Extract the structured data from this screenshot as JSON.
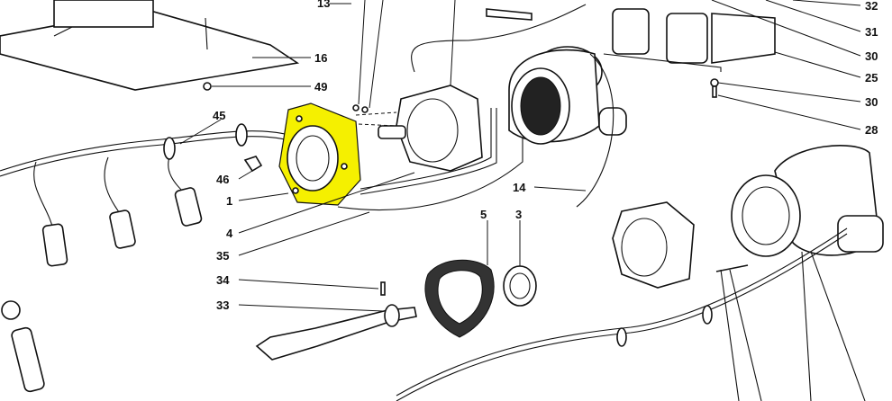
{
  "diagram": {
    "title": "Exploded parts diagram - ignition distributor assembly",
    "highlight_color": "#f5f000",
    "highlighted_part": "1",
    "callouts": [
      {
        "id": "c13",
        "label": "13"
      },
      {
        "id": "c16",
        "label": "16"
      },
      {
        "id": "c49",
        "label": "49"
      },
      {
        "id": "c45",
        "label": "45"
      },
      {
        "id": "c46",
        "label": "46"
      },
      {
        "id": "c1",
        "label": "1"
      },
      {
        "id": "c4",
        "label": "4"
      },
      {
        "id": "c35",
        "label": "35"
      },
      {
        "id": "c34",
        "label": "34"
      },
      {
        "id": "c33",
        "label": "33"
      },
      {
        "id": "c5",
        "label": "5"
      },
      {
        "id": "c3",
        "label": "3"
      },
      {
        "id": "c14",
        "label": "14"
      },
      {
        "id": "c32",
        "label": "32"
      },
      {
        "id": "c31",
        "label": "31"
      },
      {
        "id": "c30a",
        "label": "30"
      },
      {
        "id": "c25",
        "label": "25"
      },
      {
        "id": "c30b",
        "label": "30"
      },
      {
        "id": "c28",
        "label": "28"
      }
    ]
  }
}
